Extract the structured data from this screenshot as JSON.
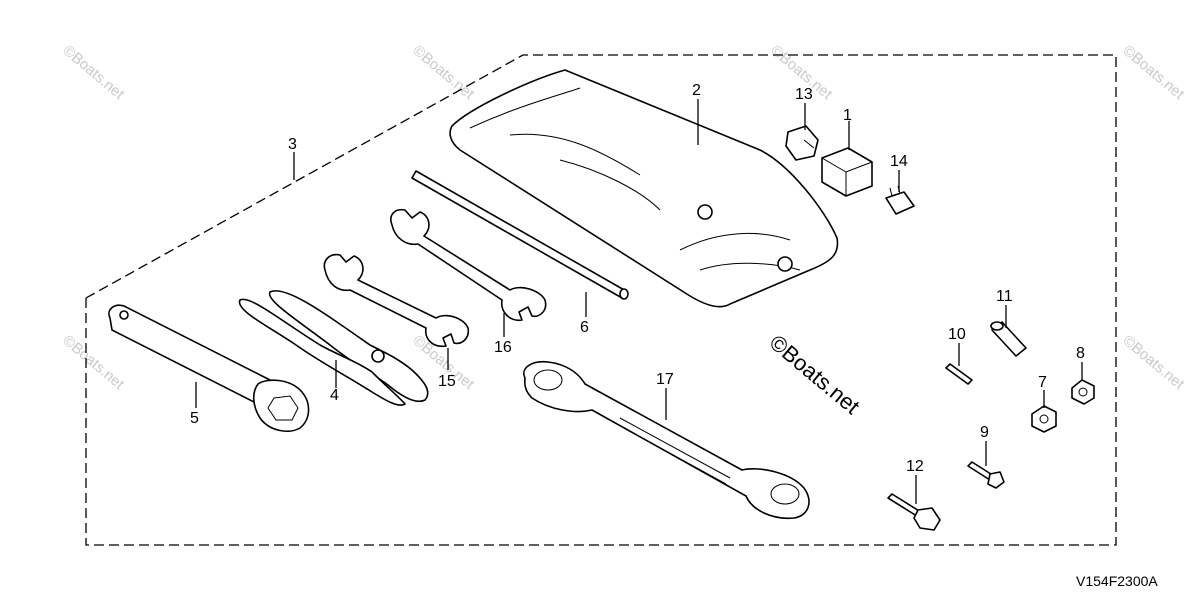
{
  "diagram_code": "V154F2300A",
  "watermark": "©Boats.net",
  "parts": [
    {
      "num": "1",
      "icon": "tool-case-icon"
    },
    {
      "num": "2",
      "icon": "tool-bag-icon"
    },
    {
      "num": "3",
      "icon": "tool-kit-boundary-icon"
    },
    {
      "num": "4",
      "icon": "pliers-icon"
    },
    {
      "num": "5",
      "icon": "box-wrench-icon"
    },
    {
      "num": "6",
      "icon": "handle-bar-icon"
    },
    {
      "num": "7",
      "icon": "flange-nut-icon"
    },
    {
      "num": "8",
      "icon": "nut-icon"
    },
    {
      "num": "9",
      "icon": "bolt-icon"
    },
    {
      "num": "10",
      "icon": "cotter-pin-icon"
    },
    {
      "num": "11",
      "icon": "collar-icon"
    },
    {
      "num": "12",
      "icon": "flange-bolt-icon"
    },
    {
      "num": "13",
      "icon": "fuse-holder-icon"
    },
    {
      "num": "14",
      "icon": "fuse-icon"
    },
    {
      "num": "15",
      "icon": "open-end-wrench-small-icon"
    },
    {
      "num": "16",
      "icon": "open-end-wrench-large-icon"
    },
    {
      "num": "17",
      "icon": "ring-wrench-icon"
    }
  ]
}
